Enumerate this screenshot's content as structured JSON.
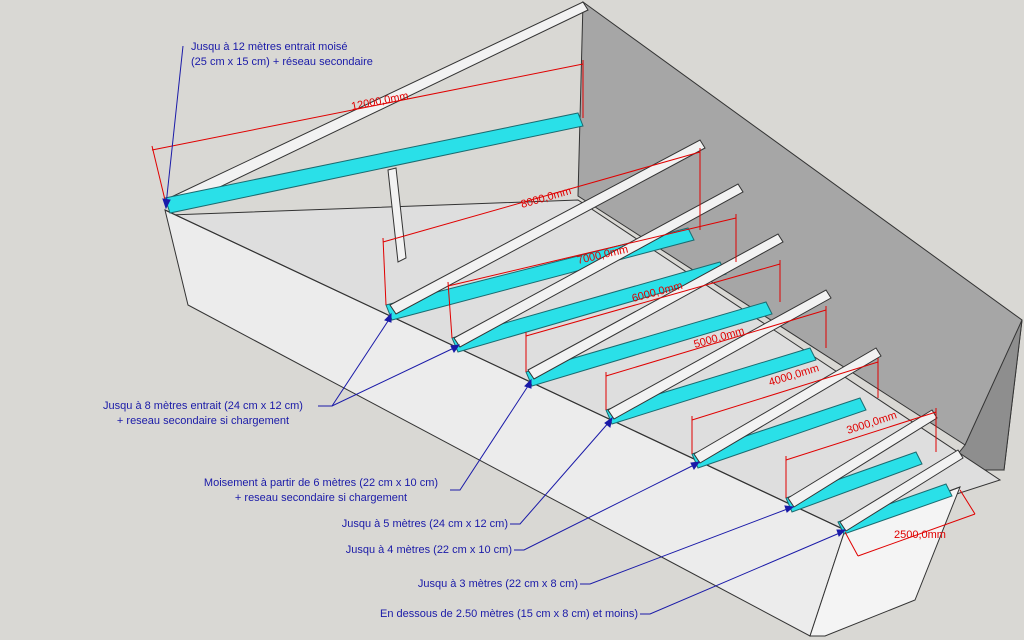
{
  "dimensions": [
    {
      "id": "d12000",
      "text": "12000,0mm"
    },
    {
      "id": "d8000",
      "text": "8000,0mm"
    },
    {
      "id": "d7000",
      "text": "7000,0mm"
    },
    {
      "id": "d6000",
      "text": "6000,0mm"
    },
    {
      "id": "d5000",
      "text": "5000,0mm"
    },
    {
      "id": "d4000",
      "text": "4000,0mm"
    },
    {
      "id": "d3000",
      "text": "3000,0mm"
    },
    {
      "id": "d2500",
      "text": "2500,0mm"
    }
  ],
  "annotations": {
    "a12": {
      "line1": "Jusqu à 12 mètres entrait moisé",
      "line2": "(25 cm x 15 cm) + réseau secondaire"
    },
    "a8": {
      "line1": "Jusqu à 8 mètres entrait (24 cm x 12 cm)",
      "line2": "+ reseau secondaire si chargement"
    },
    "a6": {
      "line1": "Moisement à partir de 6 mètres (22 cm x 10 cm)",
      "line2": "+ reseau secondaire si chargement"
    },
    "a5": {
      "line1": "Jusqu à 5 mètres (24 cm x 12 cm)"
    },
    "a4": {
      "line1": "Jusqu à 4 mètres (22 cm x 10 cm)"
    },
    "a3": {
      "line1": "Jusqu à 3 mètres (22 cm x 8 cm)"
    },
    "a25": {
      "line1": "En dessous de 2.50 mètres (15 cm x 8 cm) et moins)"
    }
  }
}
